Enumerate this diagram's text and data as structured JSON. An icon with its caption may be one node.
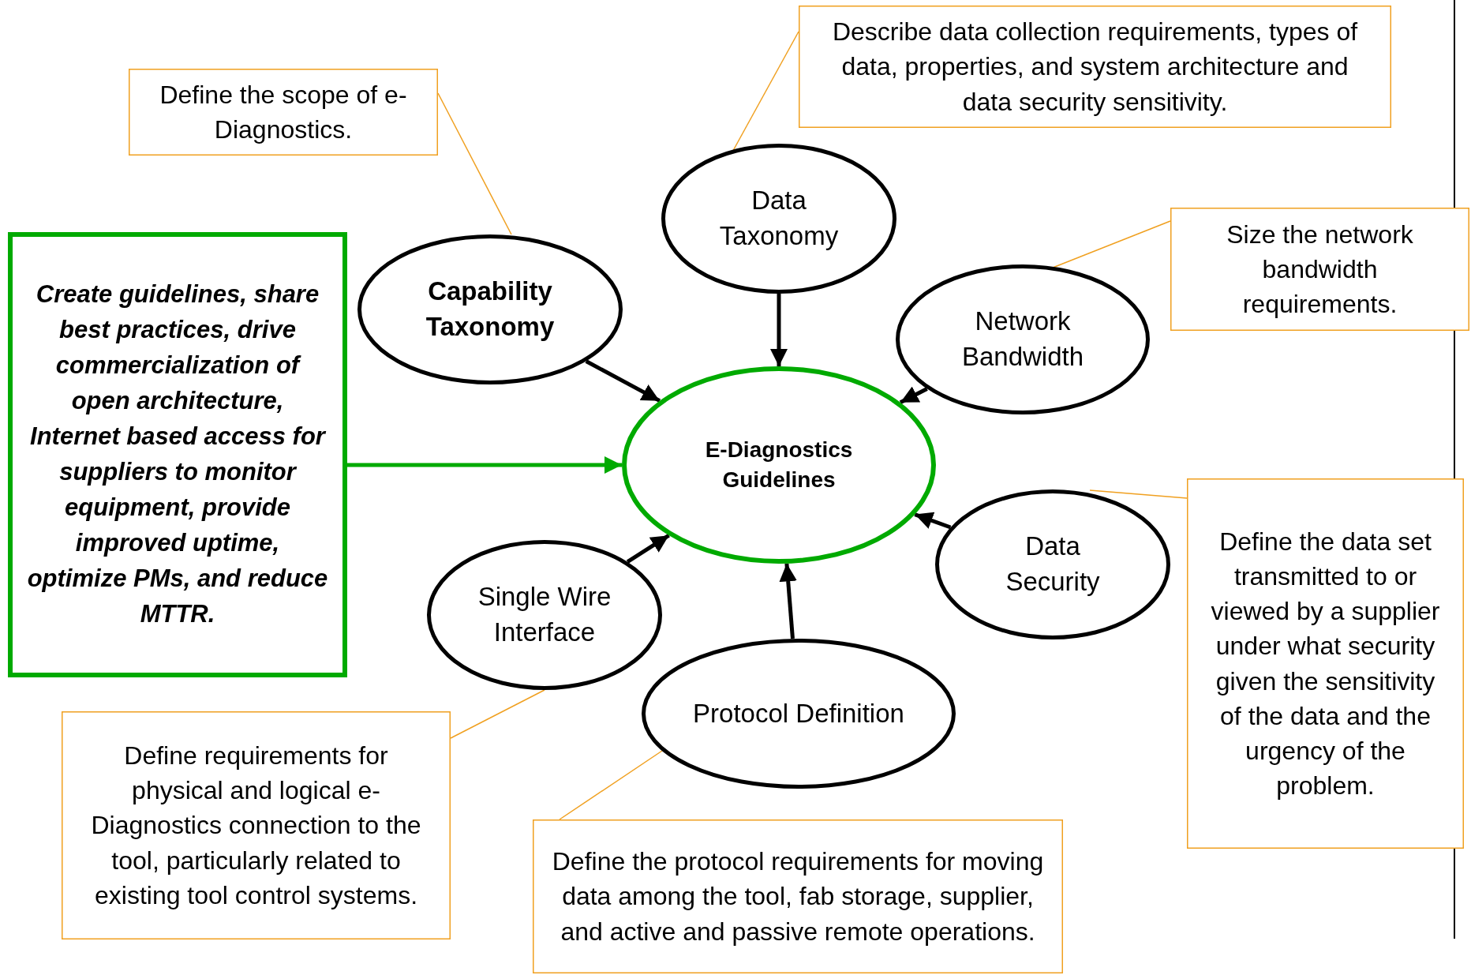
{
  "diagram": {
    "nodes": [
      {
        "text": [
          "Create guidelines, share best practices, drive commercialization of open architecture, Internet based access for suppliers to monitor equipment, provide improved uptime, optimize PMs, and reduce MTTR."
        ]
      },
      {
        "text": [
          "E-Diagnostics Guidelines"
        ]
      },
      {
        "text": [
          "Capability Taxonomy"
        ]
      },
      {
        "text": [
          "Data Taxonomy"
        ]
      },
      {
        "text": [
          "Network Bandwidth"
        ]
      },
      {
        "text": [
          "Data Security"
        ]
      },
      {
        "text": [
          "Protocol Definition"
        ]
      },
      {
        "text": [
          "Single Wire Interface"
        ]
      },
      {
        "text": [
          "Define the scope of e-Diagnostics."
        ]
      },
      {
        "text": [
          "Describe data collection requirements, types of data, properties, and system architecture and data security sensitivity."
        ]
      },
      {
        "text": [
          "Size the network bandwidth requirements."
        ]
      },
      {
        "text": [
          "Define the data set transmitted to or viewed by a supplier under what security given the sensitivity of the data and the urgency of the problem."
        ]
      },
      {
        "text": [
          "Define the protocol requirements for moving data among the tool, fab storage, supplier, and active and passive remote operations."
        ]
      },
      {
        "text": [
          "Define requirements for physical and logical e-Diagnostics connection to the tool, particularly related to existing tool control systems."
        ]
      }
    ],
    "edges": [
      {
        "from": 0,
        "to": 1,
        "arrow": "to",
        "color": "#00aa00"
      },
      {
        "from": 2,
        "to": 1,
        "arrow": "to"
      },
      {
        "from": 3,
        "to": 1,
        "arrow": "to"
      },
      {
        "from": 4,
        "to": 1,
        "arrow": "to"
      },
      {
        "from": 5,
        "to": 1,
        "arrow": "to"
      },
      {
        "from": 6,
        "to": 1,
        "arrow": "to"
      },
      {
        "from": 7,
        "to": 1,
        "arrow": "to"
      },
      {
        "from": 8,
        "to": 2,
        "arrow": "none",
        "color": "#f0a020"
      },
      {
        "from": 9,
        "to": 3,
        "arrow": "none",
        "color": "#f0a020"
      },
      {
        "from": 10,
        "to": 4,
        "arrow": "none",
        "color": "#f0a020"
      },
      {
        "from": 11,
        "to": 5,
        "arrow": "none",
        "color": "#f0a020"
      },
      {
        "from": 12,
        "to": 6,
        "arrow": "none",
        "color": "#f0a020"
      },
      {
        "from": 13,
        "to": 7,
        "arrow": "none",
        "color": "#f0a020"
      }
    ]
  }
}
